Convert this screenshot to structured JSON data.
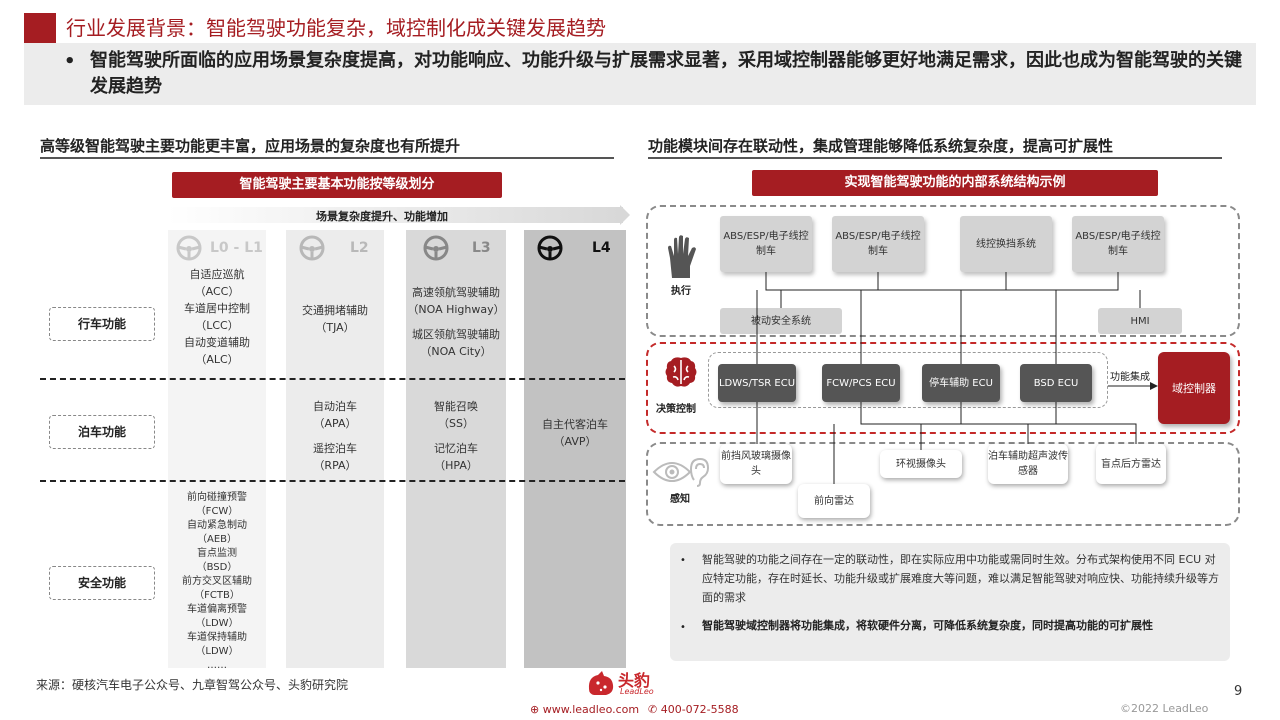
{
  "header": {
    "title": "行业发展背景：智能驾驶功能复杂，域控制化成关键发展趋势",
    "summary_bullet": "•",
    "summary": "智能驾驶所面临的应用场景复杂度提高，对功能响应、功能升级与扩展需求显著，采用域控制器能够更好地满足需求，因此也成为智能驾驶的关键发展趋势"
  },
  "left": {
    "section_title": "高等级智能驾驶主要功能更丰富，应用场景的复杂度也有所提升",
    "banner": "智能驾驶主要基本功能按等级划分",
    "arrow_label": "场景复杂度提升、功能增加",
    "levels": [
      "L0 - L1",
      "L2",
      "L3",
      "L4"
    ],
    "rows": [
      "行车功能",
      "泊车功能",
      "安全功能"
    ],
    "cells": {
      "l01_drive": [
        "自适应巡航",
        "（ACC）",
        "车道居中控制",
        "（LCC）",
        "自动变道辅助",
        "（ALC）"
      ],
      "l2_drive": [
        "交通拥堵辅助",
        "（TJA）"
      ],
      "l3_drive": [
        "高速领航驾驶辅助",
        "（NOA Highway）",
        "城区领航驾驶辅助",
        "（NOA City）"
      ],
      "l2_park": [
        "自动泊车",
        "（APA）",
        "遥控泊车",
        "（RPA）"
      ],
      "l3_park": [
        "智能召唤",
        "（SS）",
        "记忆泊车",
        "（HPA）"
      ],
      "l4_all": [
        "自主代客泊车",
        "（AVP）"
      ],
      "l01_safety": [
        "前向碰撞预警",
        "（FCW）",
        "自动紧急制动",
        "（AEB）",
        "盲点监测",
        "（BSD）",
        "前方交叉区辅助",
        "（FCTB）",
        "车道偏离预警",
        "（LDW）",
        "车道保持辅助",
        "（LDW）",
        "……"
      ]
    }
  },
  "right": {
    "section_title": "功能模块间存在联动性，集成管理能够降低系统复杂度，提高可扩展性",
    "banner": "实现智能驾驶功能的内部系统结构示例",
    "row_labels": {
      "execute": "执行",
      "decide": "决策控制",
      "perceive": "感知"
    },
    "execute_boxes": [
      "ABS/ESP/电子线控制车",
      "ABS/ESP/电子线控制车",
      "线控换挡系统",
      "ABS/ESP/电子线控制车"
    ],
    "passive_safety": "被动安全系统",
    "hmi": "HMI",
    "ecu_boxes": [
      "LDWS/TSR ECU",
      "FCW/PCS ECU",
      "停车辅助 ECU",
      "BSD ECU"
    ],
    "integrate_label": "功能集成",
    "domain_controller": "域控制器",
    "sensor_boxes": [
      "前挡风玻璃摄像头",
      "环视摄像头",
      "泊车辅助超声波传感器",
      "前向雷达",
      "盲点后方雷达"
    ],
    "notes": [
      "智能驾驶的功能之间存在一定的联动性，即在实际应用中功能或需同时生效。分布式架构使用不同 ECU 对应特定功能，存在时延长、功能升级或扩展难度大等问题，难以满足智能驾驶对响应快、功能持续升级等方面的需求",
      "智能驾驶域控制器将功能集成，将软硬件分离，可降低系统复杂度，同时提高功能的可扩展性"
    ]
  },
  "footer": {
    "source": "来源：硬核汽车电子公众号、九章智驾公众号、头豹研究院",
    "page": "9",
    "copyright": "©2022 LeadLeo",
    "logo_cn": "头豹",
    "logo_en": "LeadLeo",
    "web": "www.leadleo.com",
    "phone": "400-072-5588"
  },
  "colors": {
    "accent": "#a51d22",
    "dark_box": "#555555",
    "gray_box": "#d3d3d3"
  }
}
